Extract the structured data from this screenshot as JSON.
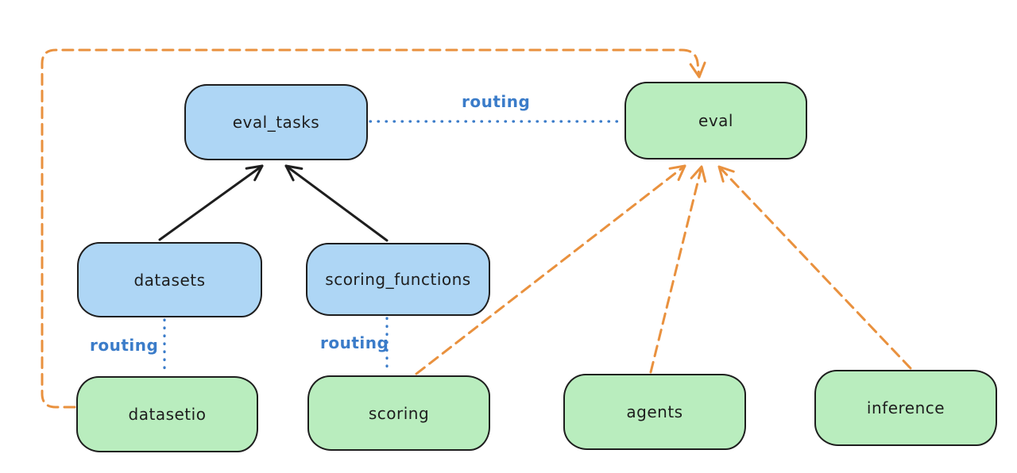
{
  "diagram_type": "architecture-diagram",
  "colors": {
    "background": "#ffffff",
    "blue_node_fill": "#aed6f5",
    "green_node_fill": "#b9edbe",
    "node_stroke": "#1e1e1e",
    "routing_link_blue": "#3b7cc9",
    "provider_link_orange": "#e9913e",
    "arrow_black": "#1e1e1e"
  },
  "nodes": {
    "eval_tasks": {
      "label": "eval_tasks",
      "color": "blue"
    },
    "eval": {
      "label": "eval",
      "color": "green"
    },
    "datasets": {
      "label": "datasets",
      "color": "blue"
    },
    "scoring_functions": {
      "label": "scoring_functions",
      "color": "blue"
    },
    "datasetio": {
      "label": "datasetio",
      "color": "green"
    },
    "scoring": {
      "label": "scoring",
      "color": "green"
    },
    "agents": {
      "label": "agents",
      "color": "green"
    },
    "inference": {
      "label": "inference",
      "color": "green"
    }
  },
  "edge_labels": {
    "eval_tasks_eval": "routing",
    "datasets_datasetio": "routing",
    "scoring_functions_scoring": "routing"
  },
  "edges": [
    {
      "from": "datasets",
      "to": "eval_tasks",
      "type": "arrow",
      "style": "solid",
      "color": "black"
    },
    {
      "from": "scoring_functions",
      "to": "eval_tasks",
      "type": "arrow",
      "style": "solid",
      "color": "black"
    },
    {
      "from": "eval_tasks",
      "to": "eval",
      "type": "link",
      "style": "dotted",
      "color": "blue",
      "label": "routing"
    },
    {
      "from": "datasets",
      "to": "datasetio",
      "type": "link",
      "style": "dotted",
      "color": "blue",
      "label": "routing"
    },
    {
      "from": "scoring_functions",
      "to": "scoring",
      "type": "link",
      "style": "dotted",
      "color": "blue",
      "label": "routing"
    },
    {
      "from": "datasetio",
      "to": "eval",
      "type": "arrow",
      "style": "dashed",
      "color": "orange",
      "route": "around-left-and-top"
    },
    {
      "from": "scoring",
      "to": "eval",
      "type": "arrow",
      "style": "dashed",
      "color": "orange"
    },
    {
      "from": "agents",
      "to": "eval",
      "type": "arrow",
      "style": "dashed",
      "color": "orange"
    },
    {
      "from": "inference",
      "to": "eval",
      "type": "arrow",
      "style": "dashed",
      "color": "orange"
    }
  ]
}
